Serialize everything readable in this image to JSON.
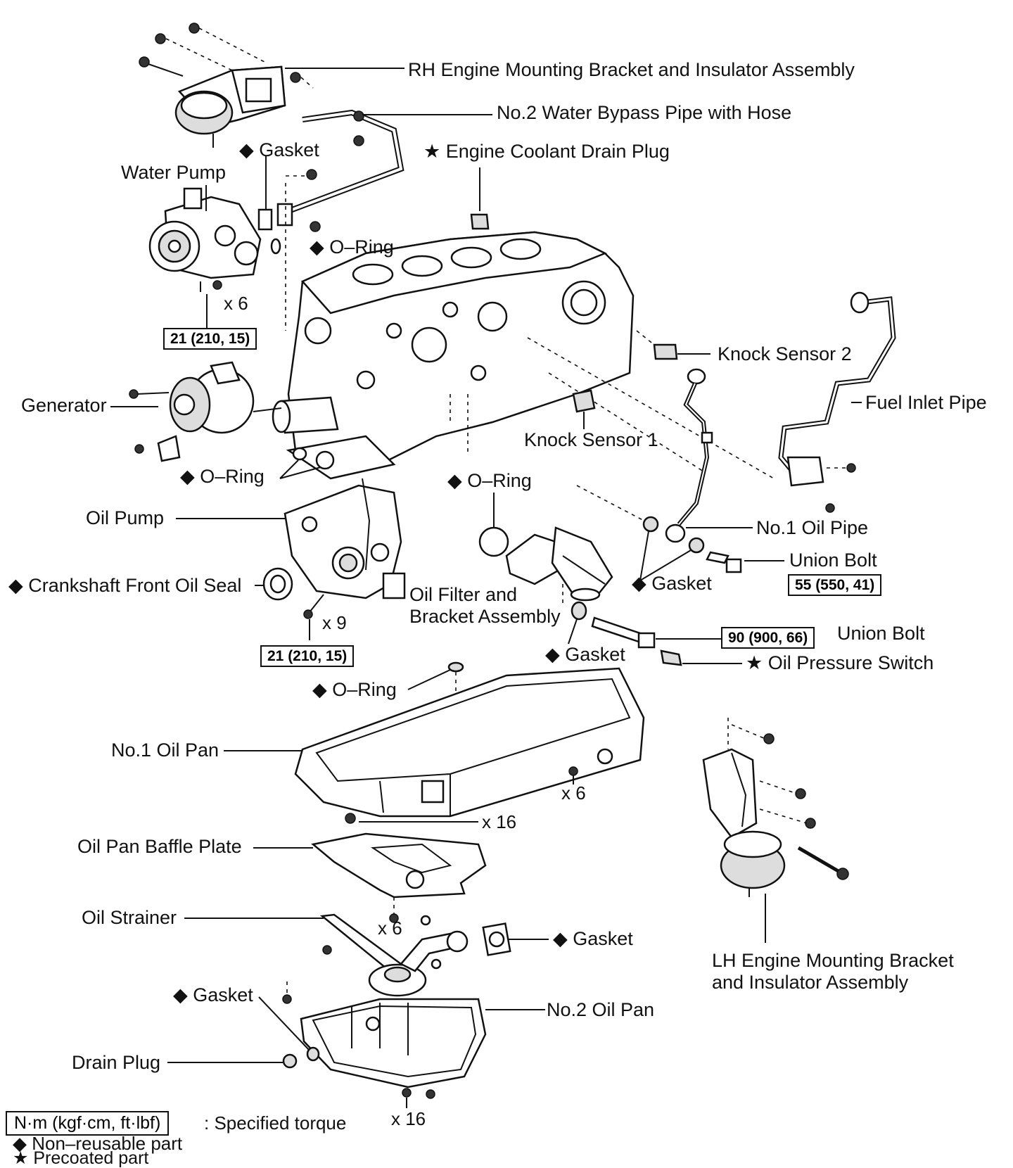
{
  "labels": {
    "rh_mount": "RH Engine Mounting Bracket and Insulator Assembly",
    "bypass_pipe": "No.2 Water Bypass Pipe with Hose",
    "gasket_top": "◆ Gasket",
    "coolant_plug": "★ Engine Coolant Drain Plug",
    "water_pump": "Water Pump",
    "oring_pump": "◆ O–Ring",
    "qty_pump": "x 6",
    "torque_pump": "21 (210, 15)",
    "knock2": "Knock Sensor 2",
    "fuel_inlet": "Fuel Inlet Pipe",
    "generator": "Generator",
    "knock1": "Knock Sensor 1",
    "oring_left": "◆ O–Ring",
    "oring_mid": "◆ O–Ring",
    "oil_pump": "Oil Pump",
    "oil_pipe": "No.1 Oil Pipe",
    "union_bolt1": "Union Bolt",
    "torque_union1": "55 (550, 41)",
    "crank_seal": "◆ Crankshaft Front Oil Seal",
    "oil_filter_line1": "Oil Filter and",
    "oil_filter_line2": "Bracket Assembly",
    "gasket_pipe": "◆ Gasket",
    "qty_oilpump": "x 9",
    "torque_oilpump": "21 (210, 15)",
    "torque_union2": "90 (900, 66)",
    "union_bolt2": "Union Bolt",
    "gasket_filter": "◆ Gasket",
    "oil_pressure": "★ Oil Pressure Switch",
    "oring_pan": "◆ O–Ring",
    "oil_pan1": "No.1 Oil Pan",
    "qty_pan1_bolt": "x 6",
    "qty_pan1": "x 16",
    "baffle": "Oil Pan Baffle Plate",
    "strainer": "Oil Strainer",
    "qty_strainer": "x 6",
    "gasket_strainer": "◆ Gasket",
    "lh_mount_line1": "LH Engine Mounting Bracket",
    "lh_mount_line2": "and Insulator Assembly",
    "gasket_drain": "◆ Gasket",
    "oil_pan2": "No.2 Oil Pan",
    "drain_plug": "Drain Plug",
    "qty_pan2": "x 16"
  },
  "legend": {
    "torque_unit": "N·m (kgf·cm, ft·lbf)",
    "torque_desc": ": Specified torque",
    "non_reusable": "◆ Non–reusable part",
    "precoated": "★ Precoated part"
  }
}
